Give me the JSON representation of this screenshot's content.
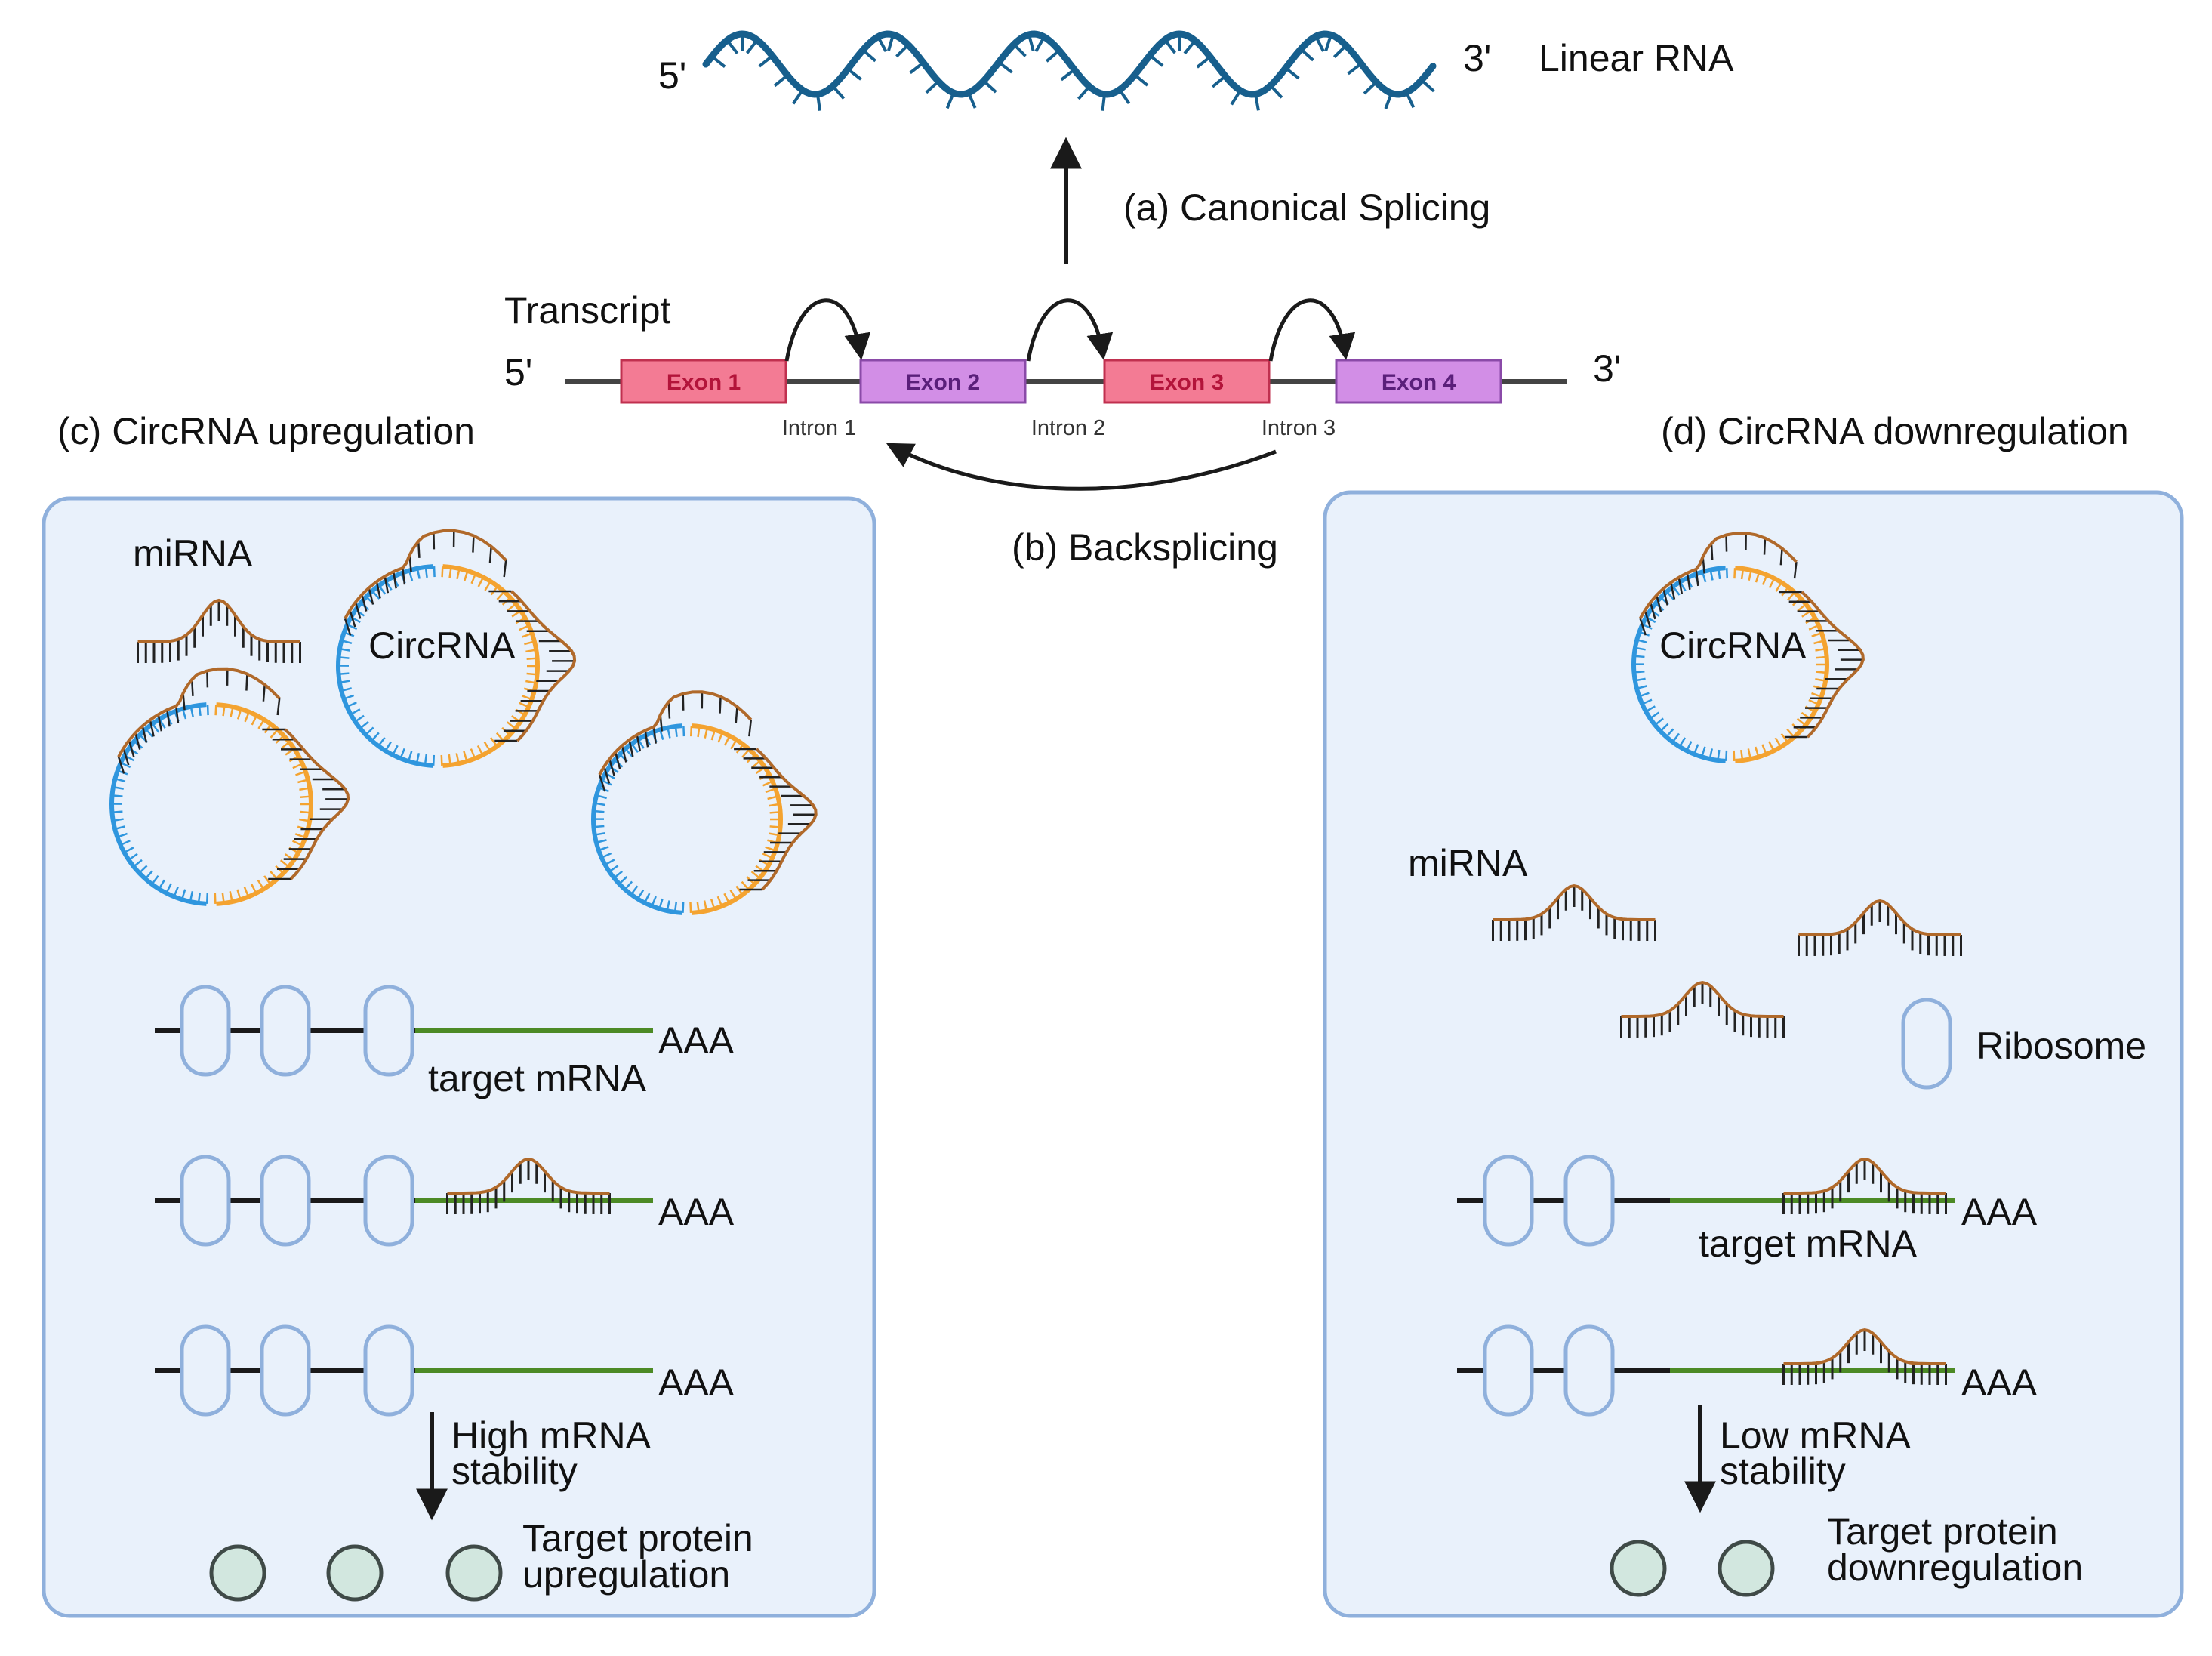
{
  "colors": {
    "linear_rna": "#175f8d",
    "exon_odd": "#f37b94",
    "exon_odd_text": "#b3143a",
    "exon_even": "#d28ee6",
    "exon_even_text": "#5a1f7a",
    "panel_fill": "#e9f1fb",
    "panel_border": "#8fb0dc",
    "circ_blue": "#2f96de",
    "circ_orange": "#f4a330",
    "mirna_backbone": "#b0692a",
    "mrna_green": "#4c8a25",
    "ribosome": "#8fb0dc",
    "protein_fill": "#d2e7df",
    "protein_stroke": "#3f4a47"
  },
  "top": {
    "linear_rna": {
      "five": "5'",
      "three": "3'",
      "label": "Linear RNA"
    },
    "canonical_label": "(a) Canonical Splicing",
    "backsplicing_label": "(b) Backsplicing",
    "transcript": {
      "title": "Transcript",
      "five": "5'",
      "three": "3'",
      "exons": [
        "Exon 1",
        "Exon 2",
        "Exon 3",
        "Exon 4"
      ],
      "introns": [
        "Intron 1",
        "Intron 2",
        "Intron 3"
      ]
    }
  },
  "left": {
    "title": "(c) CircRNA upregulation",
    "mirna_label": "miRNA",
    "circrna_label": "CircRNA",
    "polyA": [
      "AAA",
      "AAA",
      "AAA"
    ],
    "target_label": "target mRNA",
    "stability": [
      "High mRNA",
      "stability"
    ],
    "protein": [
      "Target protein",
      "upregulation"
    ]
  },
  "right": {
    "title": "(d) CircRNA downregulation",
    "circrna_label": "CircRNA",
    "mirna_label": "miRNA",
    "ribosome_label": "Ribosome",
    "polyA": [
      "AAA",
      "AAA"
    ],
    "target_label": "target mRNA",
    "stability": [
      "Low mRNA",
      "stability"
    ],
    "protein": [
      "Target protein",
      "downregulation"
    ]
  }
}
